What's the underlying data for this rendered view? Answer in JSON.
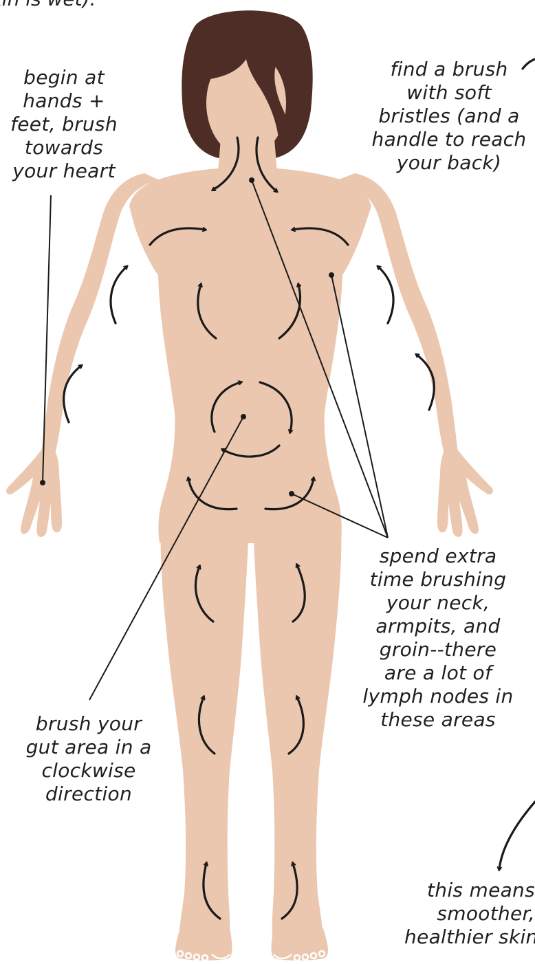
{
  "top_fragment": "skin is wet).",
  "callouts": {
    "hands_feet": [
      "begin at",
      "hands +",
      "feet, brush",
      "towards",
      "your heart"
    ],
    "soft_brush": [
      "find a brush",
      "with soft",
      "bristles (and a",
      "handle to reach",
      "your back)"
    ],
    "lymph_nodes": [
      "spend extra",
      "time brushing",
      "your neck,",
      "armpits, and",
      "groin--there",
      "are a lot of",
      "lymph nodes in",
      "these areas"
    ],
    "gut": [
      "brush your",
      "gut area in a",
      "clockwise",
      "direction"
    ],
    "smoother": [
      "this means",
      "smoother,",
      "healthier skin"
    ]
  },
  "icons": {
    "figure": "human-body-front",
    "arrow": "curved-arrow-icon"
  },
  "colors": {
    "skin": "#EBC7AF",
    "hair": "#4F2D27",
    "ink": "#1a1a1a",
    "background": "#FFFFFF"
  }
}
